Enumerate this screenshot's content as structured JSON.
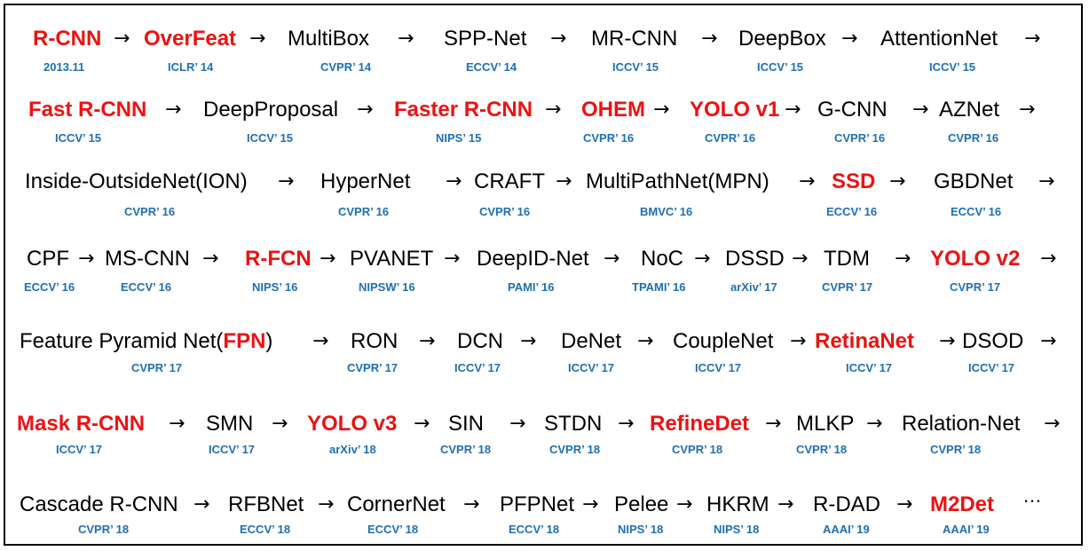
{
  "colors": {
    "highlight": "#ee1111",
    "venue": "#1f6fb5",
    "text": "#000000",
    "border": "#000000"
  },
  "arrow_glyph": "→",
  "ellipsis": "…",
  "rows": [
    [
      {
        "name": "R-CNN",
        "venue": "2013.11",
        "highlight": true
      },
      {
        "name": "OverFeat",
        "venue": "ICLR’ 14",
        "highlight": true
      },
      {
        "name": "MultiBox",
        "venue": "CVPR’ 14",
        "highlight": false
      },
      {
        "name": "SPP-Net",
        "venue": "ECCV’ 14",
        "highlight": false
      },
      {
        "name": "MR-CNN",
        "venue": "ICCV’ 15",
        "highlight": false
      },
      {
        "name": "DeepBox",
        "venue": "ICCV’ 15",
        "highlight": false
      },
      {
        "name": "AttentionNet",
        "venue": "ICCV’ 15",
        "highlight": false
      }
    ],
    [
      {
        "name": "Fast R-CNN",
        "venue": "ICCV’ 15",
        "highlight": true
      },
      {
        "name": "DeepProposal",
        "venue": "ICCV’ 15",
        "highlight": false
      },
      {
        "name": "Faster R-CNN",
        "venue": "NIPS’ 15",
        "highlight": true
      },
      {
        "name": "OHEM",
        "venue": "CVPR’ 16",
        "highlight": true
      },
      {
        "name": "YOLO v1",
        "venue": "CVPR’ 16",
        "highlight": true
      },
      {
        "name": "G-CNN",
        "venue": "CVPR’ 16",
        "highlight": false
      },
      {
        "name": "AZNet",
        "venue": "CVPR’ 16",
        "highlight": false
      }
    ],
    [
      {
        "name": "Inside-OutsideNet(ION)",
        "venue": "CVPR’ 16",
        "highlight": false
      },
      {
        "name": "HyperNet",
        "venue": "CVPR’ 16",
        "highlight": false
      },
      {
        "name": "CRAFT",
        "venue": "CVPR’ 16",
        "highlight": false
      },
      {
        "name": "MultiPathNet(MPN)",
        "venue": "BMVC’ 16",
        "highlight": false
      },
      {
        "name": "SSD",
        "venue": "ECCV’ 16",
        "highlight": true
      },
      {
        "name": "GBDNet",
        "venue": "ECCV’ 16",
        "highlight": false
      }
    ],
    [
      {
        "name": "CPF",
        "venue": "ECCV’ 16",
        "highlight": false
      },
      {
        "name": "MS-CNN",
        "venue": "ECCV’ 16",
        "highlight": false
      },
      {
        "name": "R-FCN",
        "venue": "NIPS’ 16",
        "highlight": true
      },
      {
        "name": "PVANET",
        "venue": "NIPSW’ 16",
        "highlight": false
      },
      {
        "name": "DeepID-Net",
        "venue": "PAMI’ 16",
        "highlight": false
      },
      {
        "name": "NoC",
        "venue": "TPAMI’ 16",
        "highlight": false
      },
      {
        "name": "DSSD",
        "venue": "arXiv’ 17",
        "highlight": false
      },
      {
        "name": "TDM",
        "venue": "CVPR’ 17",
        "highlight": false
      },
      {
        "name": "YOLO v2",
        "venue": "CVPR’ 17",
        "highlight": true
      }
    ],
    [
      {
        "name": "Feature Pyramid Net(",
        "name_hl": "FPN",
        "name_post": ")",
        "venue": "CVPR’ 17",
        "highlight": false
      },
      {
        "name": "RON",
        "venue": "CVPR’ 17",
        "highlight": false
      },
      {
        "name": "DCN",
        "venue": "ICCV’ 17",
        "highlight": false
      },
      {
        "name": "DeNet",
        "venue": "ICCV’ 17",
        "highlight": false
      },
      {
        "name": "CoupleNet",
        "venue": "ICCV’ 17",
        "highlight": false
      },
      {
        "name": "RetinaNet",
        "venue": "ICCV’ 17",
        "highlight": true
      },
      {
        "name": "DSOD",
        "venue": "ICCV’ 17",
        "highlight": false
      }
    ],
    [
      {
        "name": "Mask R-CNN",
        "venue": "ICCV’ 17",
        "highlight": true
      },
      {
        "name": "SMN",
        "venue": "ICCV’ 17",
        "highlight": false
      },
      {
        "name": "YOLO v3",
        "venue": "arXiv’ 18",
        "highlight": true
      },
      {
        "name": "SIN",
        "venue": "CVPR’ 18",
        "highlight": false
      },
      {
        "name": "STDN",
        "venue": "CVPR’ 18",
        "highlight": false
      },
      {
        "name": "RefineDet",
        "venue": "CVPR’ 18",
        "highlight": true
      },
      {
        "name": "MLKP",
        "venue": "CVPR’ 18",
        "highlight": false
      },
      {
        "name": "Relation-Net",
        "venue": "CVPR’ 18",
        "highlight": false
      }
    ],
    [
      {
        "name": "Cascade R-CNN",
        "venue": "CVPR’ 18",
        "highlight": false
      },
      {
        "name": "RFBNet",
        "venue": "ECCV’ 18",
        "highlight": false
      },
      {
        "name": "CornerNet",
        "venue": "ECCV’ 18",
        "highlight": false
      },
      {
        "name": "PFPNet",
        "venue": "ECCV’ 18",
        "highlight": false
      },
      {
        "name": "Pelee",
        "venue": "NIPS’ 18",
        "highlight": false
      },
      {
        "name": "HKRM",
        "venue": "NIPS’ 18",
        "highlight": false
      },
      {
        "name": "R-DAD",
        "venue": "AAAI’ 19",
        "highlight": false
      },
      {
        "name": "M2Det",
        "venue": "AAAI’ 19",
        "highlight": true
      }
    ]
  ]
}
